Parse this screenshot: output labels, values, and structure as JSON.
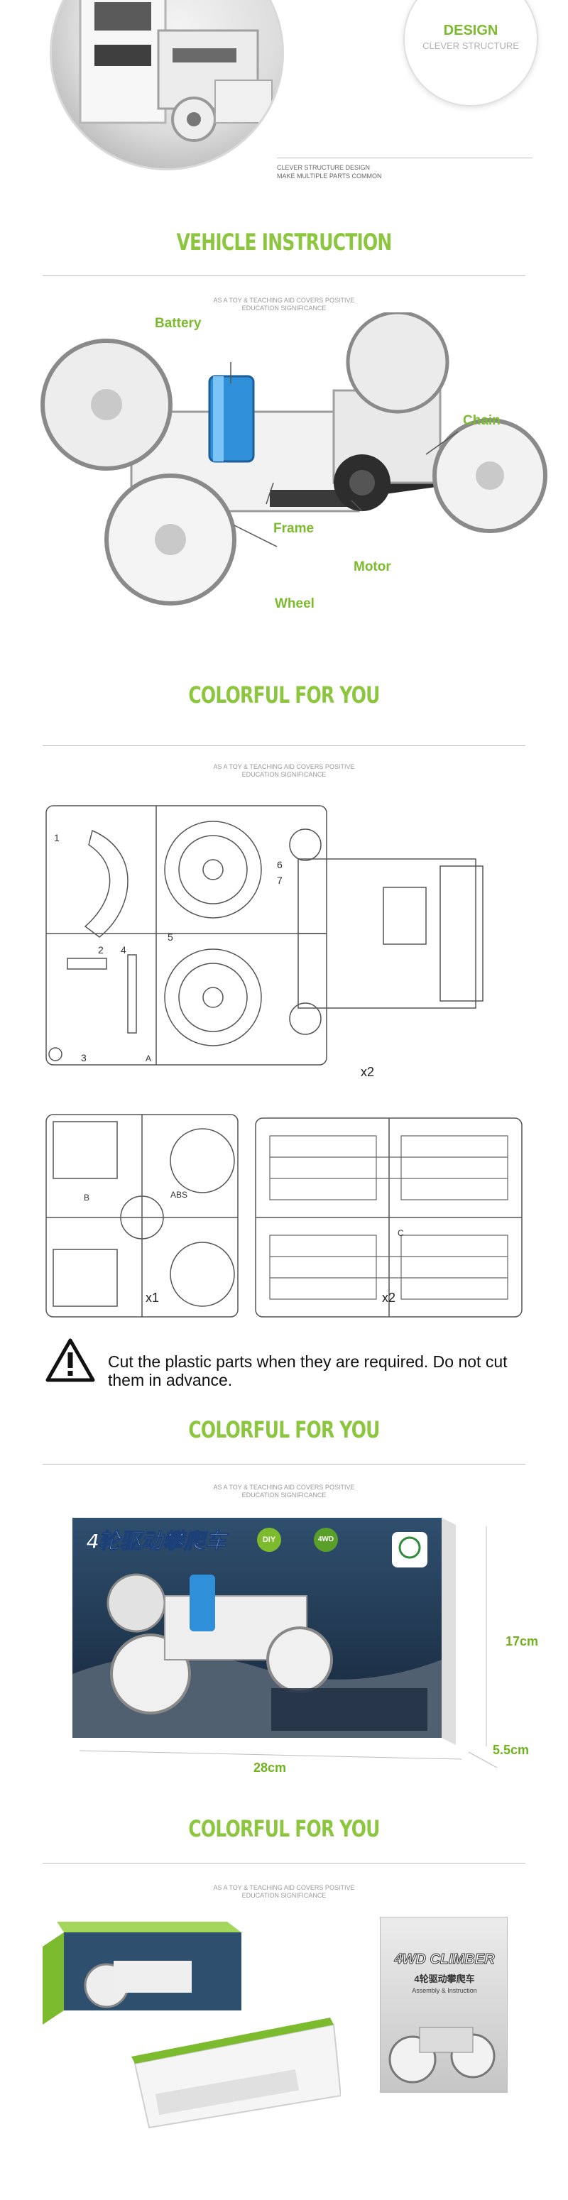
{
  "top": {
    "badge_title": "DESIGN",
    "badge_sub": "CLEVER STRUCTURE",
    "caption_line1": "CLEVER STRUCTURE DESIGN",
    "caption_line2": "MAKE MULTIPLE PARTS COMMON"
  },
  "vehicle": {
    "title": "VEHICLE INSTRUCTION",
    "sub_line1": "AS A TOY & TEACHING AID COVERS POSITIVE",
    "sub_line2": "EDUCATION SIGNIFICANCE",
    "labels": {
      "battery": "Battery",
      "chain": "Chain",
      "frame": "Frame",
      "motor": "Motor",
      "wheel": "Wheel"
    }
  },
  "parts": {
    "title": "COLORFUL FOR YOU",
    "sub_line1": "AS A TOY & TEACHING AID COVERS POSITIVE",
    "sub_line2": "EDUCATION SIGNIFICANCE",
    "qty_a": "x2",
    "qty_b": "x1",
    "qty_c": "x2",
    "part_numbers": [
      "1",
      "2",
      "4",
      "5",
      "6",
      "7",
      "3",
      "A",
      "B",
      "ABS",
      "C"
    ],
    "warning": "Cut the plastic parts when they are required. Do not cut them in advance."
  },
  "box": {
    "title": "COLORFUL FOR YOU",
    "sub_line1": "AS A TOY & TEACHING AID COVERS POSITIVE",
    "sub_line2": "EDUCATION SIGNIFICANCE",
    "box_name": "4轮驱动攀爬车",
    "badges": [
      "DIY",
      "4WD"
    ],
    "height": "17cm",
    "width": "28cm",
    "depth": "5.5cm"
  },
  "package": {
    "title": "COLORFUL FOR YOU",
    "sub_line1": "AS A TOY & TEACHING AID COVERS POSITIVE",
    "sub_line2": "EDUCATION SIGNIFICANCE",
    "manual_title": "4WD CLIMBER",
    "manual_sub": "4轮驱动攀爬车",
    "manual_caption": "Assembly & Instruction"
  },
  "colors": {
    "accent": "#8cc63f",
    "rule": "#bfbfbf"
  }
}
